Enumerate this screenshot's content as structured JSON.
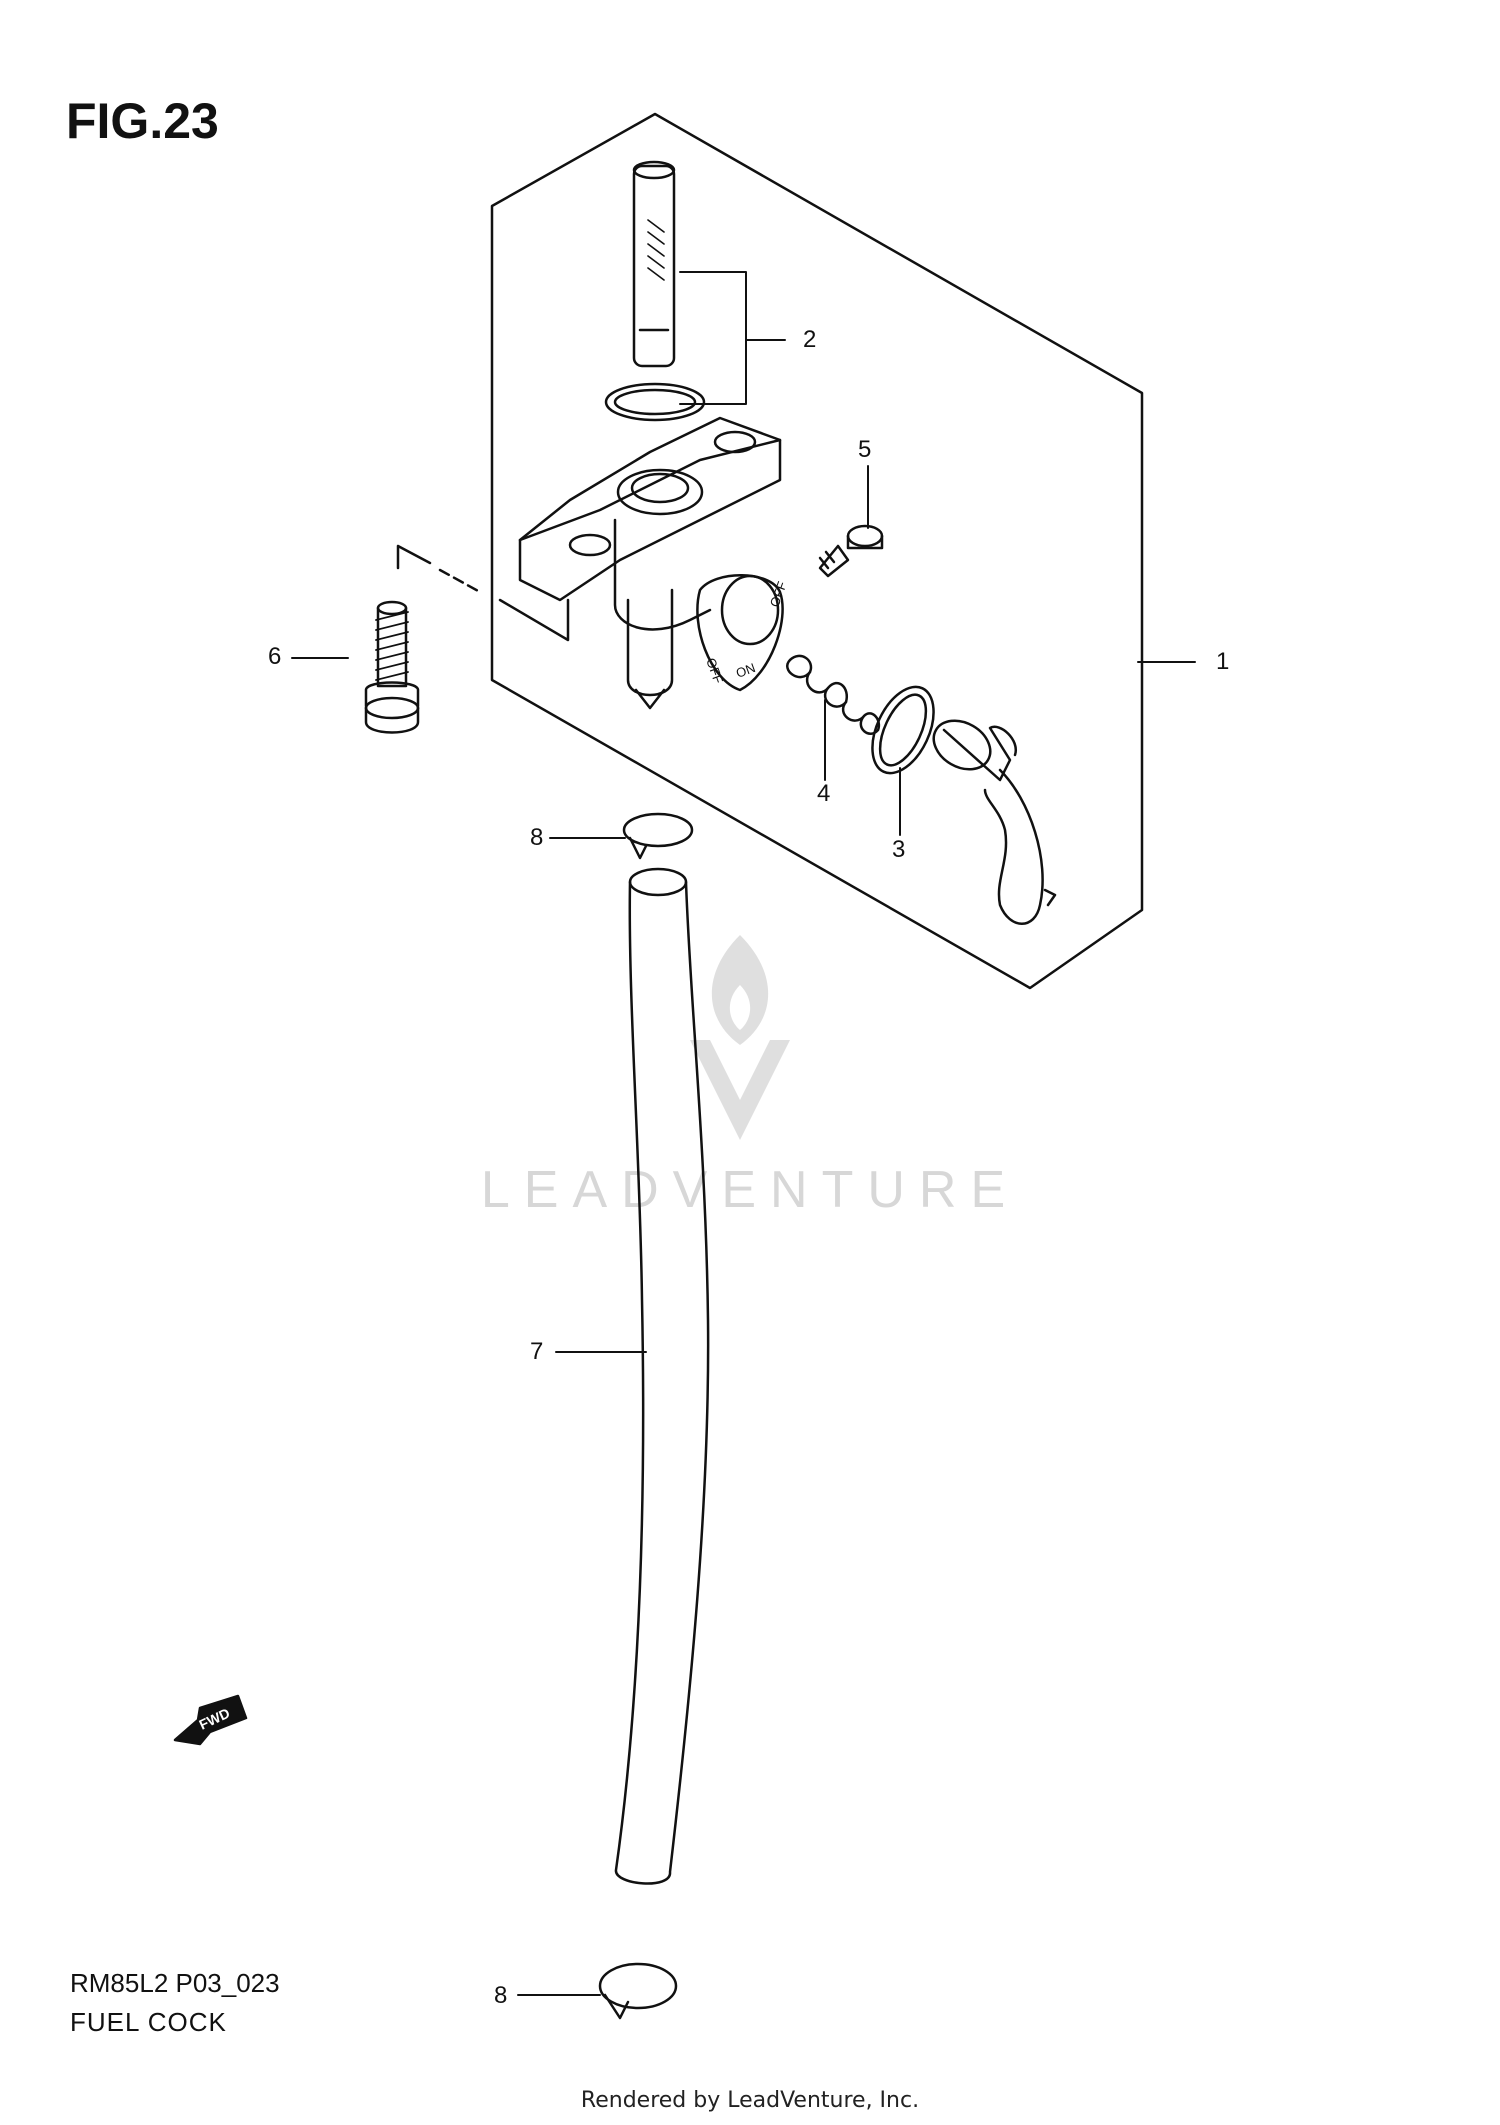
{
  "figure": {
    "title": "FIG.23"
  },
  "callouts": {
    "c1": "1",
    "c2": "2",
    "c3": "3",
    "c4": "4",
    "c5": "5",
    "c6": "6",
    "c7": "7",
    "c8a": "8",
    "c8b": "8"
  },
  "valve_labels": {
    "off_top": "OFF",
    "on": "ON",
    "off_bottom": "OFF"
  },
  "fwd_label": "FWD",
  "watermark": {
    "text": "LEADVENTURE"
  },
  "diagram_code": "RM85L2 P03_023",
  "diagram_name": "FUEL COCK",
  "footer": "Rendered by LeadVenture, Inc."
}
